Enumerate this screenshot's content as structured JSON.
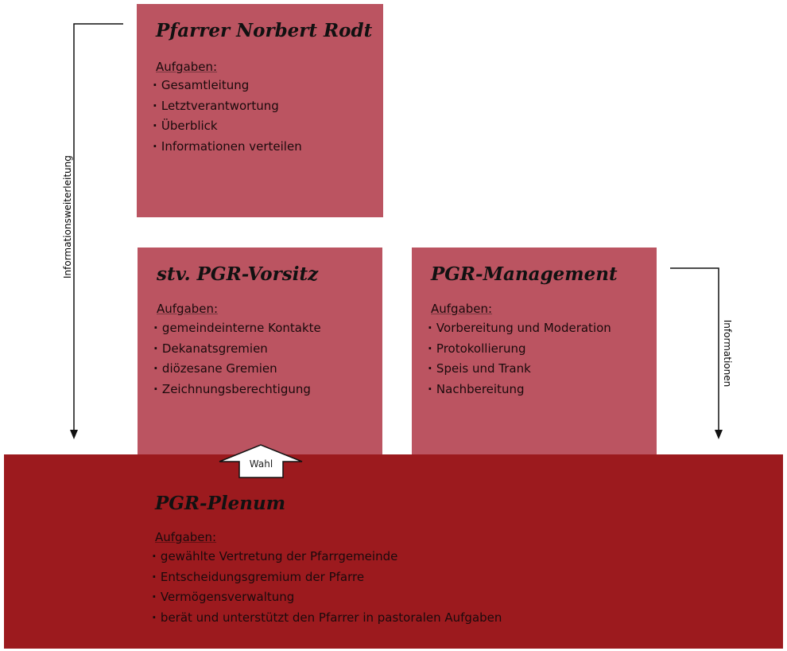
{
  "pfarrer": {
    "title": "Pfarrer Norbert Rodt",
    "sub": "Aufgaben:",
    "items": [
      "Gesamtleitung",
      "Letztverantwortung",
      "Überblick",
      "Informationen verteilen"
    ]
  },
  "vorsitz": {
    "title": "stv. PGR-Vorsitz",
    "sub": "Aufgaben:",
    "items": [
      "gemeindeinterne Kontakte",
      "Dekanatsgremien",
      "diözesane Gremien",
      "Zeichnungsberechtigung"
    ]
  },
  "management": {
    "title": "PGR-Management",
    "sub": "Aufgaben:",
    "items": [
      "Vorbereitung und Moderation",
      "Protokollierung",
      "Speis und Trank",
      "Nachbereitung"
    ]
  },
  "plenum": {
    "title": "PGR-Plenum",
    "sub": "Aufgaben:",
    "items": [
      "gewählte Vertretung der Pfarrgemeinde",
      "Entscheidungsgremium der Pfarre",
      "Vermögensverwaltung",
      "berät und unterstützt den Pfarrer in pastoralen Aufgaben"
    ]
  },
  "arrows": {
    "left": "Informationsweiterleitung",
    "right": "Informationen",
    "wahl": "Wahl"
  },
  "colors": {
    "light": "#bb5461",
    "dark": "#9c1a1e"
  }
}
